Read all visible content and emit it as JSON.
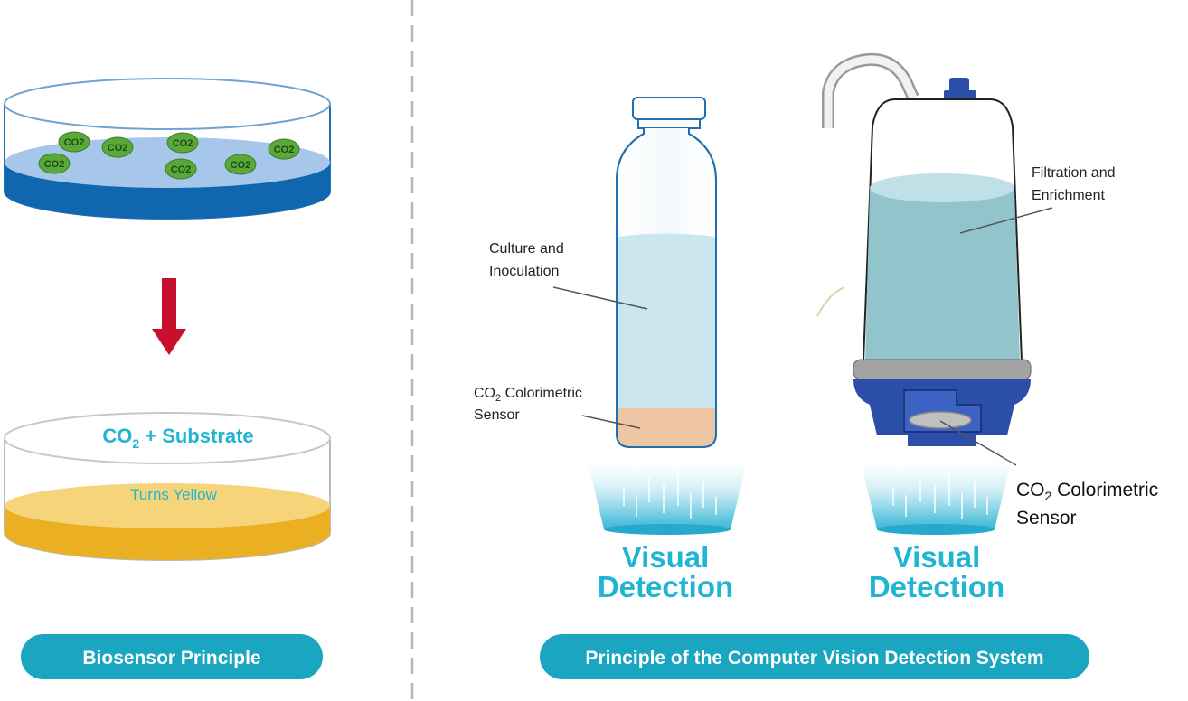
{
  "colors": {
    "accent_cyan": "#1fb5d3",
    "pill_teal": "#1aa5c0",
    "dish_blue": "#1166b0",
    "dish_blue_surface": "#a6c6ea",
    "co2_green": "#5aa83a",
    "yellow_liquid": "#eab022",
    "yellow_surface": "#f6d57a",
    "arrow_red": "#c8102e",
    "device_blue": "#2b4ea8",
    "liquid_light": "#cbe6ee",
    "sensor_peach": "#efc6a4"
  },
  "left_panel": {
    "molecules": [
      "CO2",
      "CO2",
      "CO2",
      "CO2",
      "CO2",
      "CO2",
      "CO2"
    ],
    "reaction": {
      "prefix": "CO",
      "sub": "2",
      "suffix": " + Substrate"
    },
    "result_label": "Turns Yellow",
    "pill_label": "Biosensor Principle"
  },
  "right_panel": {
    "bottle": {
      "culture_line1": "Culture and",
      "culture_line2": "Inoculation",
      "sensor_prefix": "CO",
      "sensor_sub": "2",
      "sensor_line1_suffix": " Colorimetric",
      "sensor_line2": "Sensor"
    },
    "filter_device": {
      "label_line1": "Filtration and",
      "label_line2": "Enrichment",
      "sensor_prefix": "CO",
      "sensor_sub": "2",
      "sensor_line1_suffix": " Colorimetric",
      "sensor_line2": "Sensor"
    },
    "detection_left": {
      "line1": "Visual",
      "line2": "Detection"
    },
    "detection_right": {
      "line1": "Visual",
      "line2": "Detection"
    },
    "pill_label": "Principle of the Computer Vision Detection System"
  }
}
